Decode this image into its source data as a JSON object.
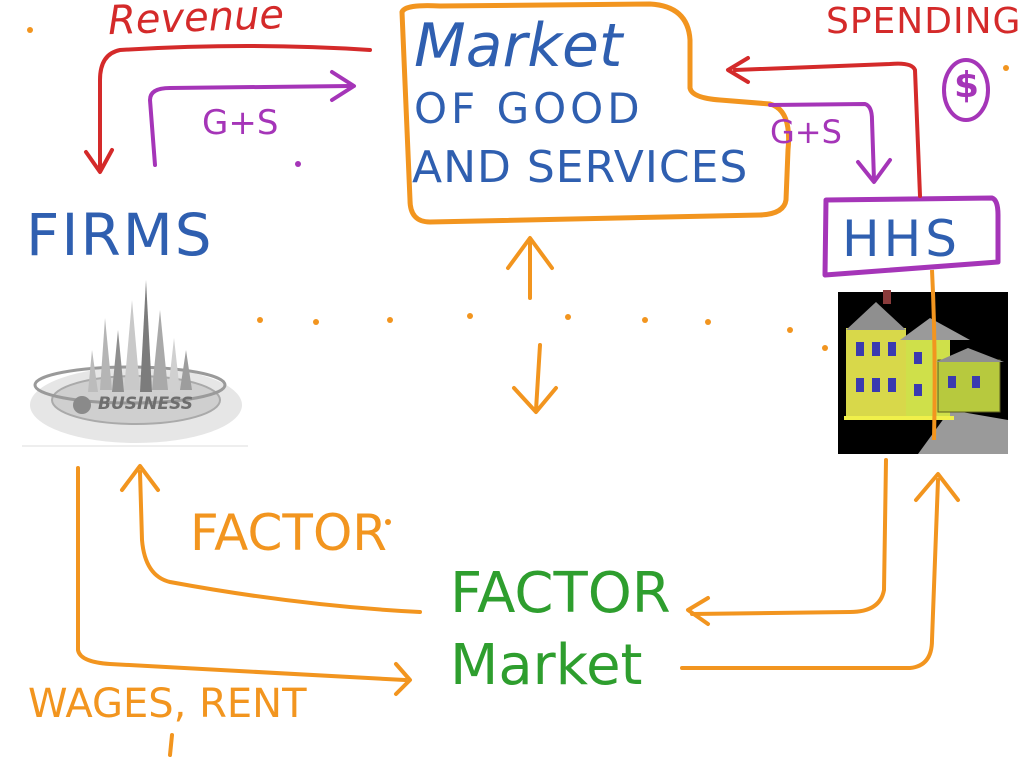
{
  "colors": {
    "revenue_flow": "#d42a2a",
    "goods_flow": "#a535b8",
    "market_box": "#f2951f",
    "labels_blue": "#2f5fb0",
    "factor_green": "#2e9e2e",
    "factor_flow": "#f2951f"
  },
  "labels": {
    "revenue": "Revenue",
    "goods_services_left": "G+S",
    "goods_services_right": "G+S",
    "spending": "SPENDING",
    "dollar_symbol": "$",
    "product_market_line1": "Market",
    "product_market_line2": "OF GOOD",
    "product_market_line3": "AND SERVICES",
    "firms": "FIRMS",
    "households": "HHS",
    "business_logo_text": "BUSINESS",
    "factor": "FACTOR",
    "factor_market_line1": "FACTOR",
    "factor_market_line2": "Market",
    "wages_rent": "WAGES, RENT"
  },
  "icons": {
    "firms_image": "business-skyline-icon",
    "households_image": "house-icon"
  }
}
